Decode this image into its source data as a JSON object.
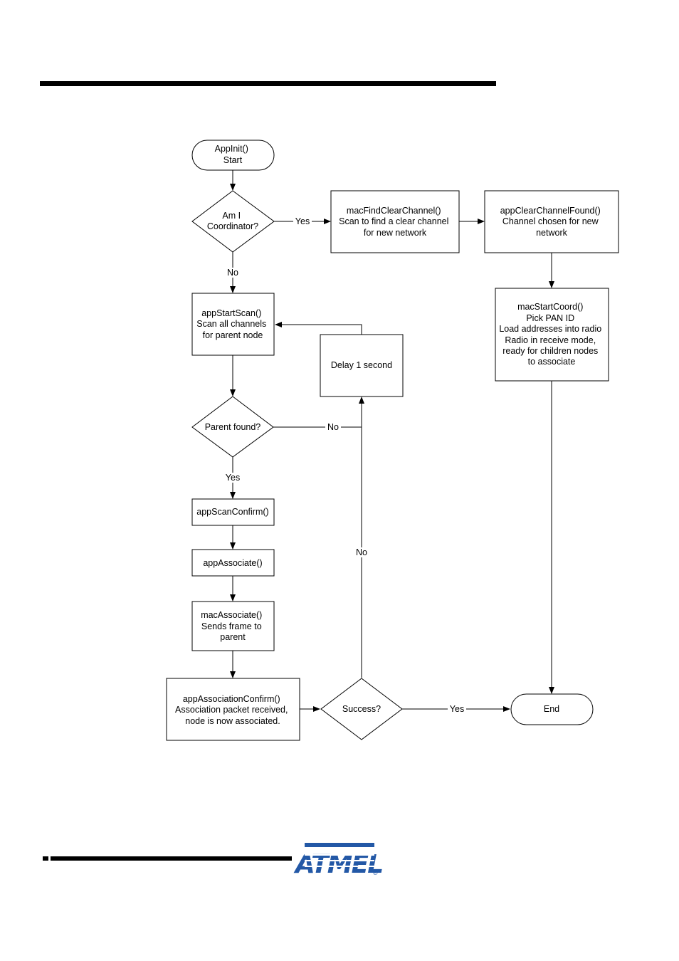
{
  "nodes": {
    "start": [
      "AppInit()",
      "Start"
    ],
    "am_coord": [
      "Am I",
      "Coordinator?"
    ],
    "find_clear": [
      "macFindClearChannel()",
      "Scan to find a clear channel",
      "for new network"
    ],
    "clear_found": [
      "appClearChannelFound()",
      "Channel chosen for new",
      "network"
    ],
    "start_coord": [
      "macStartCoord()",
      "Pick PAN ID",
      "Load addresses into radio",
      "Radio in receive mode,",
      "ready for children nodes",
      "to associate"
    ],
    "start_scan": [
      "appStartScan()",
      "Scan all channels",
      "for parent node"
    ],
    "delay": [
      "Delay 1 second"
    ],
    "parent_found": [
      "Parent found?"
    ],
    "scan_confirm": [
      "appScanConfirm()"
    ],
    "associate": [
      "appAssociate()"
    ],
    "mac_associate": [
      "macAssociate()",
      "Sends frame to",
      "parent"
    ],
    "assoc_confirm": [
      "appAssociationConfirm()",
      "Association packet received,",
      "node is now associated."
    ],
    "success": [
      "Success?"
    ],
    "end": [
      "End"
    ]
  },
  "edge_labels": {
    "coord_yes": "Yes",
    "coord_no": "No",
    "parent_no": "No",
    "parent_yes": "Yes",
    "success_no": "No",
    "success_yes": "Yes"
  },
  "logo": {
    "text": "ATMEL",
    "registered": "®",
    "color": "#2358a6"
  }
}
